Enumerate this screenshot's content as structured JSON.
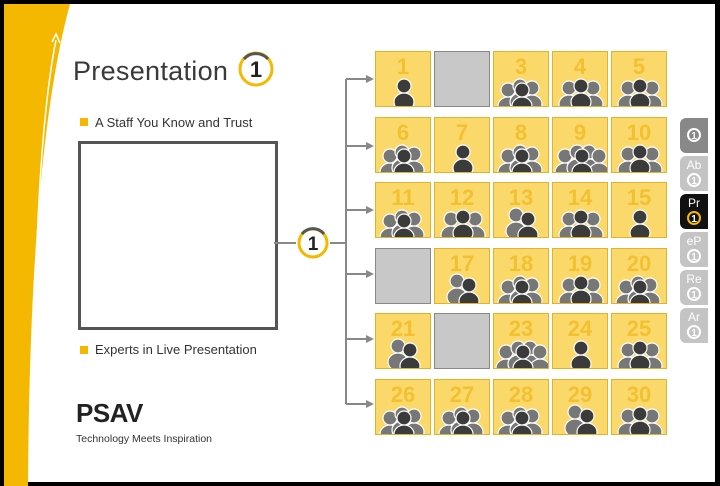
{
  "title": "Presentation",
  "title_badge": "1",
  "hub_badge": "1",
  "bullets": [
    "A Staff You Know and Trust",
    "Experts in Live Presentation"
  ],
  "logo": "PSAV",
  "tagline": "Technology Meets Inspiration",
  "colors": {
    "accent": "#f5b800",
    "tile": "#fbd86a",
    "tile_empty": "#c8c8c8",
    "tab": "#c4c4c4",
    "tab_active": "#111111"
  },
  "tiles": [
    {
      "num": "1",
      "people": 1
    },
    {
      "num": "",
      "people": 0
    },
    {
      "num": "3",
      "people": 4
    },
    {
      "num": "4",
      "people": 3
    },
    {
      "num": "5",
      "people": 3
    },
    {
      "num": "6",
      "people": 4
    },
    {
      "num": "7",
      "people": 1
    },
    {
      "num": "8",
      "people": 4
    },
    {
      "num": "9",
      "people": 5
    },
    {
      "num": "10",
      "people": 3
    },
    {
      "num": "11",
      "people": 4
    },
    {
      "num": "12",
      "people": 3
    },
    {
      "num": "13",
      "people": 2
    },
    {
      "num": "14",
      "people": 3
    },
    {
      "num": "15",
      "people": 1
    },
    {
      "num": "",
      "people": 0
    },
    {
      "num": "17",
      "people": 2
    },
    {
      "num": "18",
      "people": 4
    },
    {
      "num": "19",
      "people": 3
    },
    {
      "num": "20",
      "people": 4
    },
    {
      "num": "21",
      "people": 2
    },
    {
      "num": "",
      "people": 0
    },
    {
      "num": "23",
      "people": 5
    },
    {
      "num": "24",
      "people": 1
    },
    {
      "num": "25",
      "people": 3
    },
    {
      "num": "26",
      "people": 4
    },
    {
      "num": "27",
      "people": 4
    },
    {
      "num": "28",
      "people": 4
    },
    {
      "num": "29",
      "people": 2
    },
    {
      "num": "30",
      "people": 3
    }
  ],
  "side_tabs": [
    {
      "abbr": "",
      "one": "1",
      "state": "first"
    },
    {
      "abbr": "Ab",
      "one": "1",
      "state": ""
    },
    {
      "abbr": "Pr",
      "one": "1",
      "state": "active"
    },
    {
      "abbr": "eP",
      "one": "1",
      "state": ""
    },
    {
      "abbr": "Re",
      "one": "1",
      "state": ""
    },
    {
      "abbr": "Ar",
      "one": "1",
      "state": ""
    }
  ]
}
